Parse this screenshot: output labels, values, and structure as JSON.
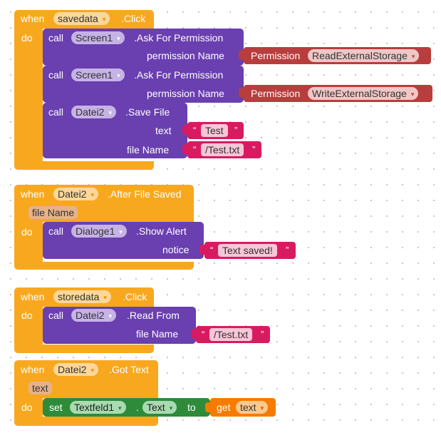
{
  "blocks": {
    "ev1": {
      "when": "when",
      "component": "savedata",
      "event": ".Click",
      "do": "do"
    },
    "perm1": {
      "call": "call",
      "component": "Screen1",
      "method": ".Ask For Permission",
      "param_label": "permission Name",
      "helper": "Permission",
      "value": "ReadExternalStorage"
    },
    "perm2": {
      "call": "call",
      "component": "Screen1",
      "method": ".Ask For Permission",
      "param_label": "permission Name",
      "helper": "Permission",
      "value": "WriteExternalStorage"
    },
    "save": {
      "call": "call",
      "component": "Datei2",
      "method": ".Save File",
      "text_label": "text",
      "text_value": "Test",
      "file_label": "file Name",
      "file_value": "/Test.txt"
    },
    "ev2": {
      "when": "when",
      "component": "Datei2",
      "event": ".After File Saved",
      "param": "file Name",
      "do": "do"
    },
    "alert": {
      "call": "call",
      "component": "Dialoge1",
      "method": ".Show Alert",
      "label": "notice",
      "value": "Text saved!"
    },
    "ev3": {
      "when": "when",
      "component": "storedata",
      "event": ".Click",
      "do": "do"
    },
    "read": {
      "call": "call",
      "component": "Datei2",
      "method": ".Read From",
      "label": "file Name",
      "value": "/Test.txt"
    },
    "ev4": {
      "when": "when",
      "component": "Datei2",
      "event": ".Got Text",
      "param": "text",
      "do": "do"
    },
    "setter": {
      "set": "set",
      "component": "Textfeld1",
      "dot": ".",
      "property": "Text",
      "to": "to",
      "get": "get",
      "get_var": "text"
    }
  },
  "quote_open": "“",
  "quote_close": "”",
  "dropdown_arrow": "▾",
  "colors": {
    "event": "#f8a81e",
    "method": "#6a3fb0",
    "helper": "#b83d3d",
    "text": "#d81b60",
    "setter": "#2e8b3a"
  }
}
